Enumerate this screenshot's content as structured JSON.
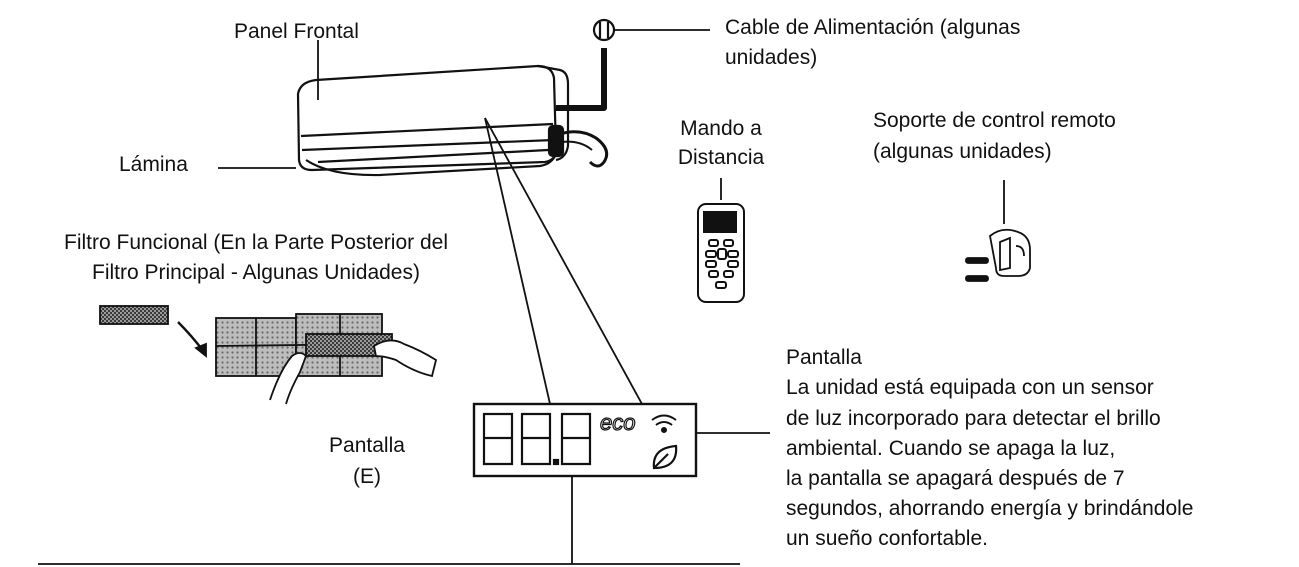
{
  "labels": {
    "front_panel": "Panel Frontal",
    "power_cable": [
      "Cable de Alimentación (algunas",
      "unidades)"
    ],
    "remote": [
      "Mando a",
      "Distancia"
    ],
    "remote_holder": [
      "Soporte de control remoto",
      "(algunas unidades)"
    ],
    "louver": "Lámina",
    "functional_filter": [
      "Filtro Funcional (En la Parte Posterior del",
      "Filtro Principal - Algunas Unidades)"
    ],
    "display_e": [
      "Pantalla",
      "(E)"
    ],
    "display_desc_title": "Pantalla",
    "display_desc_lines": [
      "La unidad está equipada con un sensor",
      "de luz incorporado para detectar el brillo",
      "ambiental. Cuando se apaga la luz,",
      "la pantalla se apagará después de 7",
      "segundos, ahorrando energía y brindándole",
      "un sueño confortable."
    ]
  },
  "display_panel": {
    "digits": "88.8",
    "eco_text": "eco",
    "icons": [
      "wifi-icon",
      "leaf-icon"
    ]
  }
}
